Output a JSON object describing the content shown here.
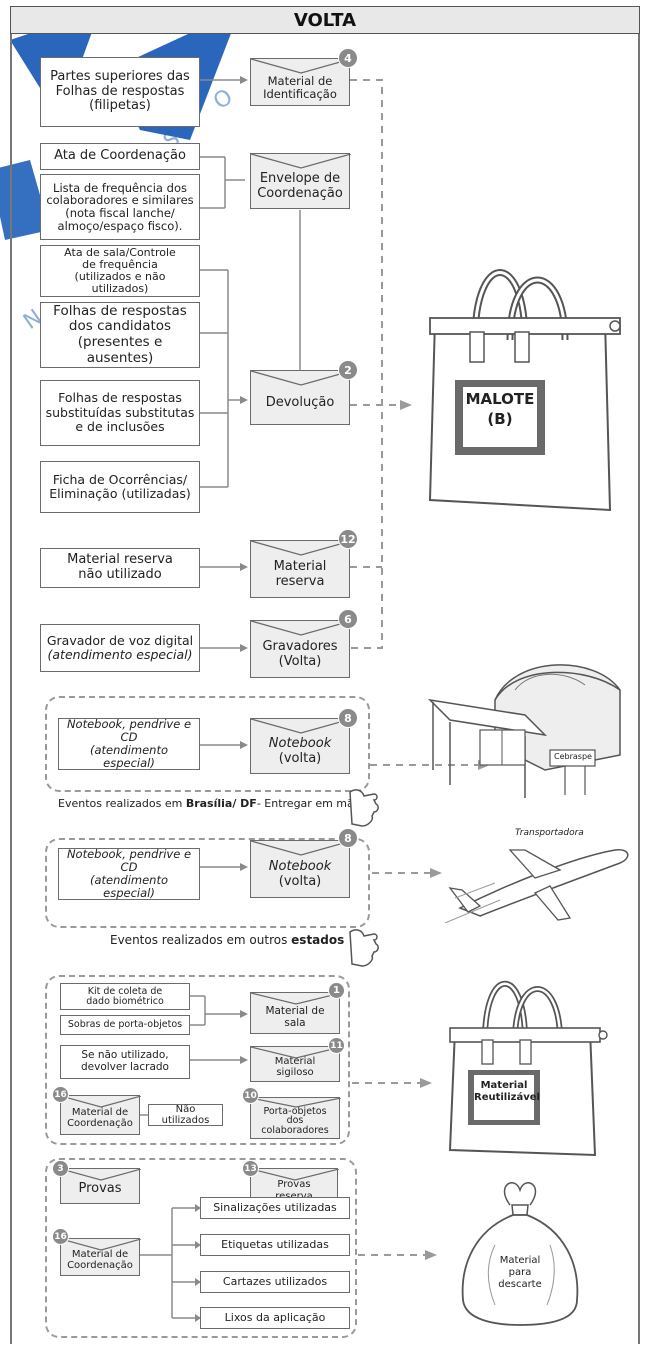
{
  "header": {
    "title": "VOLTA"
  },
  "watermark": "CEBRASPE",
  "section1": {
    "filipetas": "Partes superiores das\nFolhas de respostas\n(filipetas)",
    "env_identificacao": {
      "label": "Material de\nIdentificação",
      "badge": "4"
    },
    "ata_coordenacao": "Ata de Coordenação",
    "lista_frequencia": "Lista de frequência dos\ncolaboradores e similares\n(nota fiscal lanche/\nalmoço/espaço fisco).",
    "env_coordenacao": {
      "label": "Envelope de\nCoordenação"
    },
    "ata_sala": "Ata de sala/Controle\nde frequência\n(utilizados e não utilizados)",
    "folhas_candidatos": "Folhas de respostas\ndos candidatos\n(presentes e ausentes)",
    "folhas_substituidas": "Folhas de respostas\nsubstituídas substitutas\ne de inclusões",
    "ficha_ocorrencias": "Ficha de Ocorrências/\nEliminação (utilizadas)",
    "env_devolucao": {
      "label": "Devolução",
      "badge": "2"
    },
    "material_reserva_nao": "Material reserva\nnão utilizado",
    "env_reserva": {
      "label": "Material\nreserva",
      "badge": "12"
    },
    "gravador_line1": "Gravador de voz digital",
    "gravador_line2": "(atendimento especial)",
    "env_gravadores": {
      "label": "Gravadores\n(Volta)",
      "badge": "6"
    },
    "malote": "MALOTE\n(B)"
  },
  "section2": {
    "notebook_line1": "Notebook, pendrive e CD",
    "notebook_line2": "(atendimento especial)",
    "env_notebook_title": "Notebook",
    "env_notebook_sub": "(volta)",
    "badge": "8",
    "caption_pre": "Eventos realizados em ",
    "caption_bold": "Brasília/ DF",
    "caption_post": "- Entregar em mãos",
    "sign": "Cebraspe"
  },
  "section3": {
    "notebook_line1": "Notebook, pendrive e CD",
    "notebook_line2": "(atendimento especial)",
    "env_notebook_title": "Notebook",
    "env_notebook_sub": "(volta)",
    "badge": "8",
    "caption_pre": "Eventos realizados em outros ",
    "caption_bold": "estados",
    "plane_label": "Transportadora"
  },
  "section4": {
    "kit": "Kit de coleta de\ndado biométrico",
    "sobras": "Sobras de porta-objetos",
    "env_sala": {
      "label": "Material de\nsala",
      "badge": "1"
    },
    "nao_utilizado": "Se não utilizado,\ndevolver lacrado",
    "env_sigiloso": {
      "label": "Material\nsigiloso",
      "badge": "11"
    },
    "env_coord": {
      "label": "Material de\nCoordenação",
      "badge": "16"
    },
    "nao_utilizados": "Não utilizados",
    "env_porta": {
      "label": "Porta-objetos\ndos\ncolaboradores",
      "badge": "10"
    },
    "bag_label": "Material\nReutilizável"
  },
  "section5": {
    "env_provas": {
      "label": "Provas",
      "badge": "3"
    },
    "env_provas_reserva": {
      "label": "Provas\nreserva",
      "badge": "13"
    },
    "env_coord": {
      "label": "Material de\nCoordenação",
      "badge": "16"
    },
    "items": [
      "Sinalizações utilizadas",
      "Etiquetas utilizadas",
      "Cartazes utilizados",
      "Lixos da aplicação"
    ],
    "descarte": "Material\npara\ndescarte"
  }
}
